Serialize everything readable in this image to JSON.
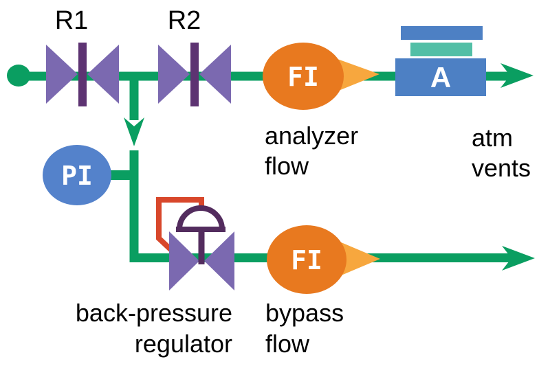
{
  "colors": {
    "pipe_green": "#0a9e61",
    "valve_purple": "#7b69b0",
    "valve_bar_purple": "#5d3372",
    "dome_plum": "#532c5e",
    "instrument_orange": "#e8791f",
    "cone_orange": "#f7a73e",
    "analyzer_blue": "#4d80c4",
    "analyzer_teal": "#52bfa6",
    "pi_blue": "#5482cb",
    "sensing_red": "#d8472b",
    "label_black": "#000000",
    "instrument_text_white": "#ffffff"
  },
  "labels": {
    "r1": "R1",
    "r2": "R2",
    "analyzer_flow": [
      "analyzer",
      "flow"
    ],
    "atm_vents": [
      "atm",
      "vents"
    ],
    "back_pressure_regulator": [
      "back-pressure",
      "regulator"
    ],
    "bypass_flow": [
      "bypass",
      "flow"
    ]
  },
  "instruments": {
    "flow_indicator_top": "FI",
    "flow_indicator_bottom": "FI",
    "pressure_indicator": "PI",
    "analyzer": "A"
  }
}
